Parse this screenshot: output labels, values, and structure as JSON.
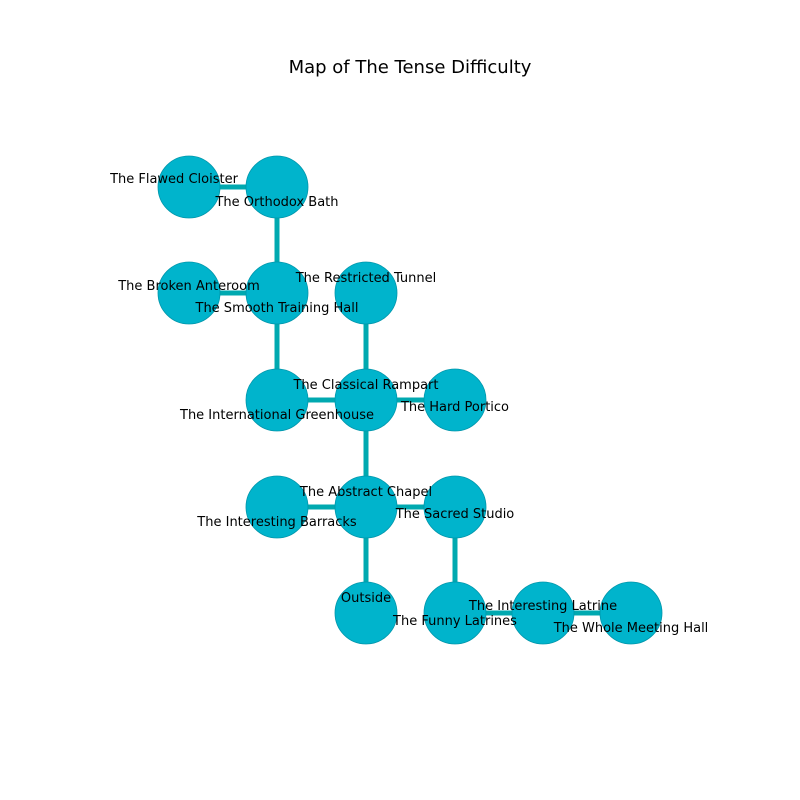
{
  "map": {
    "title": "Map of The Tense Difficulty",
    "colors": {
      "node_fill": "#00b4cc",
      "node_stroke": "#0096ab",
      "edge": "#00a9b0",
      "text": "#000000"
    },
    "rooms": [
      {
        "id": "flawed_cloister",
        "name": "The Flawed Cloister"
      },
      {
        "id": "orthodox_bath",
        "name": "The Orthodox Bath"
      },
      {
        "id": "broken_anteroom",
        "name": "The Broken Anteroom"
      },
      {
        "id": "smooth_training_hall",
        "name": "The Smooth Training Hall"
      },
      {
        "id": "restricted_tunnel",
        "name": "The Restricted Tunnel"
      },
      {
        "id": "international_greenhouse",
        "name": "The International Greenhouse"
      },
      {
        "id": "classical_rampart",
        "name": "The Classical Rampart"
      },
      {
        "id": "hard_portico",
        "name": "The Hard Portico"
      },
      {
        "id": "interesting_barracks",
        "name": "The Interesting Barracks"
      },
      {
        "id": "abstract_chapel",
        "name": "The Abstract Chapel"
      },
      {
        "id": "sacred_studio",
        "name": "The Sacred Studio"
      },
      {
        "id": "outside",
        "name": "Outside"
      },
      {
        "id": "funny_latrines",
        "name": "The Funny Latrines"
      },
      {
        "id": "interesting_latrine",
        "name": "The Interesting Latrine"
      },
      {
        "id": "whole_meeting_hall",
        "name": "The Whole Meeting Hall"
      }
    ],
    "connections": [
      [
        "flawed_cloister",
        "orthodox_bath"
      ],
      [
        "orthodox_bath",
        "smooth_training_hall"
      ],
      [
        "broken_anteroom",
        "smooth_training_hall"
      ],
      [
        "smooth_training_hall",
        "international_greenhouse"
      ],
      [
        "restricted_tunnel",
        "classical_rampart"
      ],
      [
        "international_greenhouse",
        "classical_rampart"
      ],
      [
        "classical_rampart",
        "hard_portico"
      ],
      [
        "classical_rampart",
        "abstract_chapel"
      ],
      [
        "interesting_barracks",
        "abstract_chapel"
      ],
      [
        "abstract_chapel",
        "sacred_studio"
      ],
      [
        "abstract_chapel",
        "outside"
      ],
      [
        "sacred_studio",
        "funny_latrines"
      ],
      [
        "funny_latrines",
        "interesting_latrine"
      ],
      [
        "interesting_latrine",
        "whole_meeting_hall"
      ]
    ]
  }
}
